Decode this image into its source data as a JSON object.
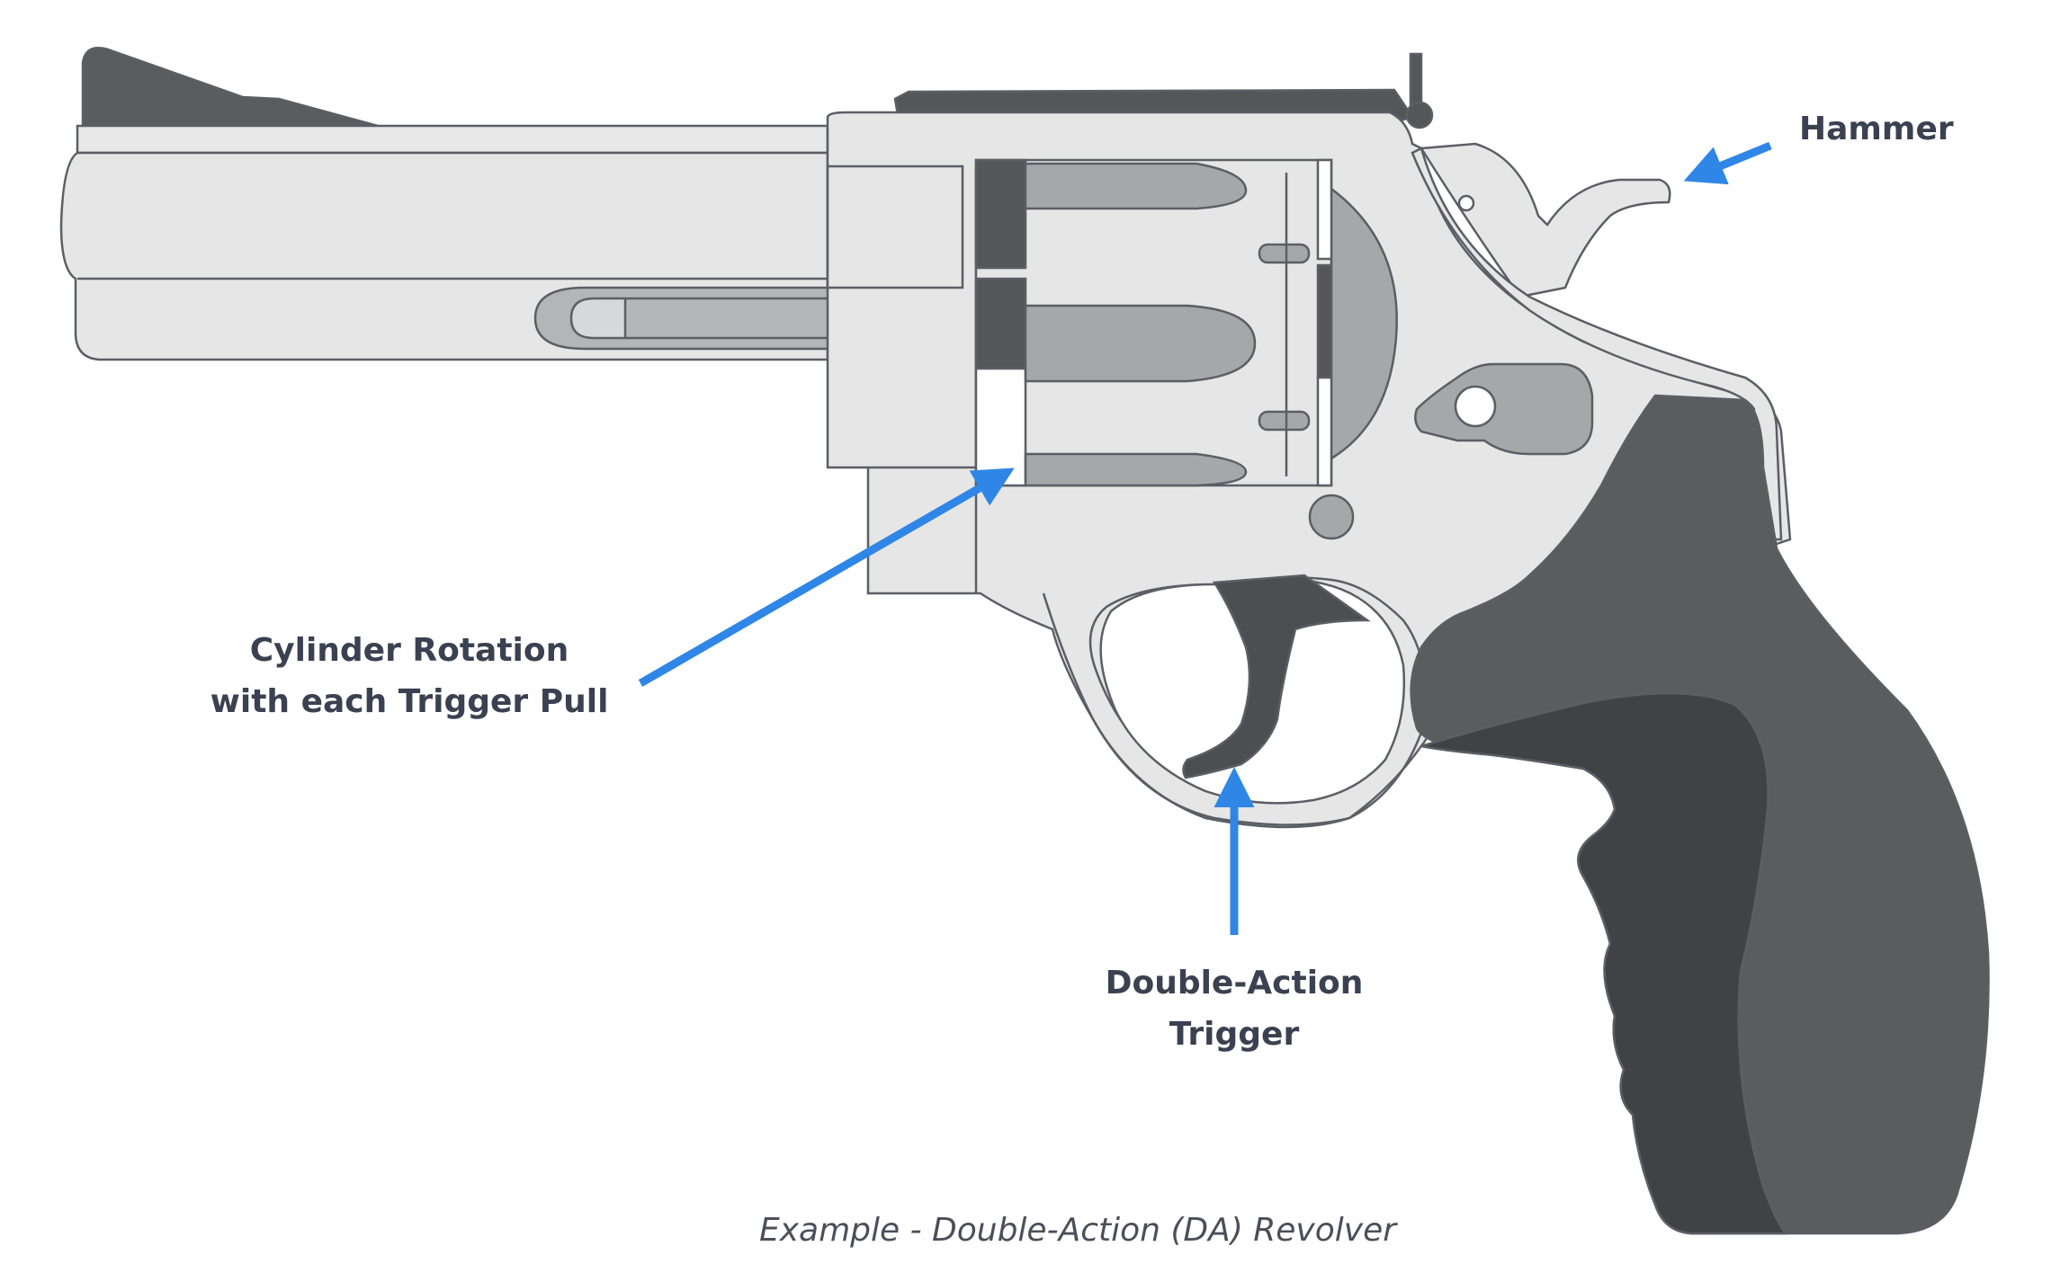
{
  "labels": {
    "hammer": "Hammer",
    "cylinder_line1": "Cylinder Rotation",
    "cylinder_line2": "with each Trigger Pull",
    "trigger_line1": "Double-Action",
    "trigger_line2": "Trigger"
  },
  "caption": "Example - Double-Action (DA) Revolver",
  "colors": {
    "arrow": "#2f86e6",
    "steel_light": "#e6e6e7",
    "steel_mid": "#a6a7a9",
    "steel_dark": "#5b5c5e",
    "grip_dark": "#55565a",
    "grip_darker": "#404144",
    "outline": "#5a5f66",
    "label_text": "#3a4150"
  }
}
